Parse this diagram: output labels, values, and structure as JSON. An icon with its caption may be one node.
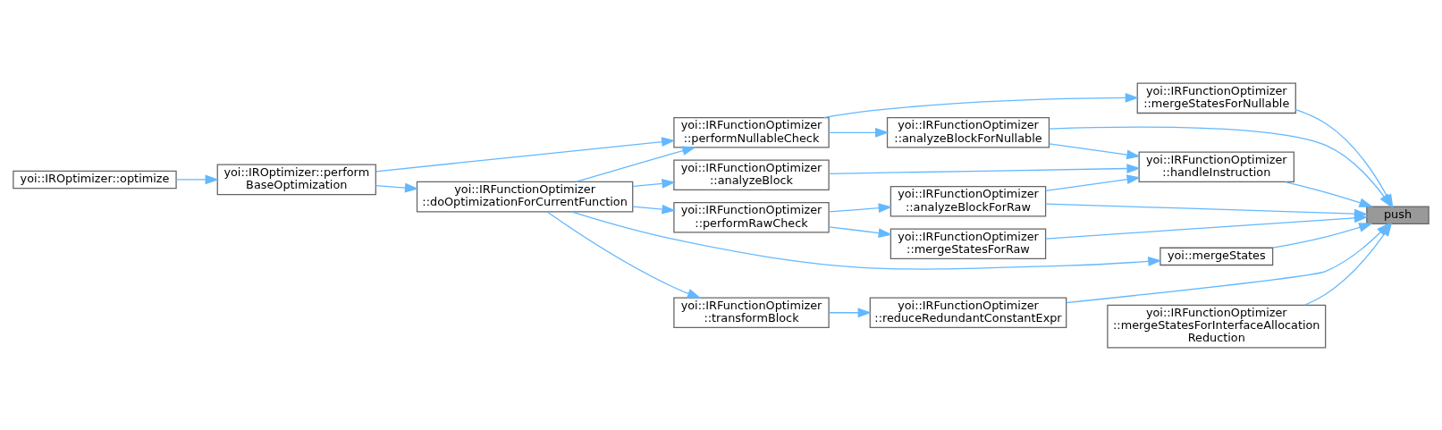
{
  "diagram": {
    "nodes": [
      {
        "text": [
          "yoi::IROptimizer::optimize"
        ]
      },
      {
        "text": [
          "yoi::IROptimizer::perform BaseOptimization"
        ]
      },
      {
        "text": [
          "yoi::IRFunctionOptimizer ::doOptimizationForCurrentFunction"
        ]
      },
      {
        "text": [
          "yoi::IRFunctionOptimizer ::performNullableCheck"
        ]
      },
      {
        "text": [
          "yoi::IRFunctionOptimizer ::analyzeBlock"
        ]
      },
      {
        "text": [
          "yoi::IRFunctionOptimizer ::performRawCheck"
        ]
      },
      {
        "text": [
          "yoi::mergeStates"
        ]
      },
      {
        "text": [
          "yoi::IRFunctionOptimizer ::transformBlock"
        ]
      },
      {
        "text": [
          "yoi::IRFunctionOptimizer ::mergeStatesForNullable"
        ]
      },
      {
        "text": [
          "yoi::IRFunctionOptimizer ::analyzeBlockForNullable"
        ]
      },
      {
        "text": [
          "yoi::IRFunctionOptimizer ::handleInstruction"
        ]
      },
      {
        "text": [
          "yoi::IRFunctionOptimizer ::analyzeBlockForRaw"
        ]
      },
      {
        "text": [
          "yoi::IRFunctionOptimizer ::mergeStatesForRaw"
        ]
      },
      {
        "text": [
          "yoi::IRFunctionOptimizer ::reduceRedundantConstantExpr"
        ]
      },
      {
        "text": [
          "yoi::IRFunctionOptimizer ::mergeStatesForInterfaceAllocation Reduction"
        ]
      },
      {
        "text": [
          "push"
        ]
      }
    ],
    "edges": [
      {
        "from": 0,
        "to": 1,
        "arrow": "to"
      },
      {
        "from": 1,
        "to": 3,
        "arrow": "to"
      },
      {
        "from": 1,
        "to": 2,
        "arrow": "to"
      },
      {
        "from": 2,
        "to": 3,
        "arrow": "to"
      },
      {
        "from": 2,
        "to": 4,
        "arrow": "to"
      },
      {
        "from": 2,
        "to": 5,
        "arrow": "to"
      },
      {
        "from": 2,
        "to": 6,
        "arrow": "to"
      },
      {
        "from": 2,
        "to": 7,
        "arrow": "to"
      },
      {
        "from": 3,
        "to": 8,
        "arrow": "to"
      },
      {
        "from": 3,
        "to": 9,
        "arrow": "to"
      },
      {
        "from": 9,
        "to": 10,
        "arrow": "to"
      },
      {
        "from": 4,
        "to": 10,
        "arrow": "to"
      },
      {
        "from": 11,
        "to": 10,
        "arrow": "to"
      },
      {
        "from": 5,
        "to": 11,
        "arrow": "to"
      },
      {
        "from": 5,
        "to": 12,
        "arrow": "to"
      },
      {
        "from": 7,
        "to": 13,
        "arrow": "to"
      },
      {
        "from": 8,
        "to": 15,
        "arrow": "to"
      },
      {
        "from": 9,
        "to": 15,
        "arrow": "to"
      },
      {
        "from": 10,
        "to": 15,
        "arrow": "to"
      },
      {
        "from": 11,
        "to": 15,
        "arrow": "to"
      },
      {
        "from": 12,
        "to": 15,
        "arrow": "to"
      },
      {
        "from": 6,
        "to": 15,
        "arrow": "to"
      },
      {
        "from": 13,
        "to": 15,
        "arrow": "to"
      },
      {
        "from": 14,
        "to": 15,
        "arrow": "to"
      }
    ]
  }
}
